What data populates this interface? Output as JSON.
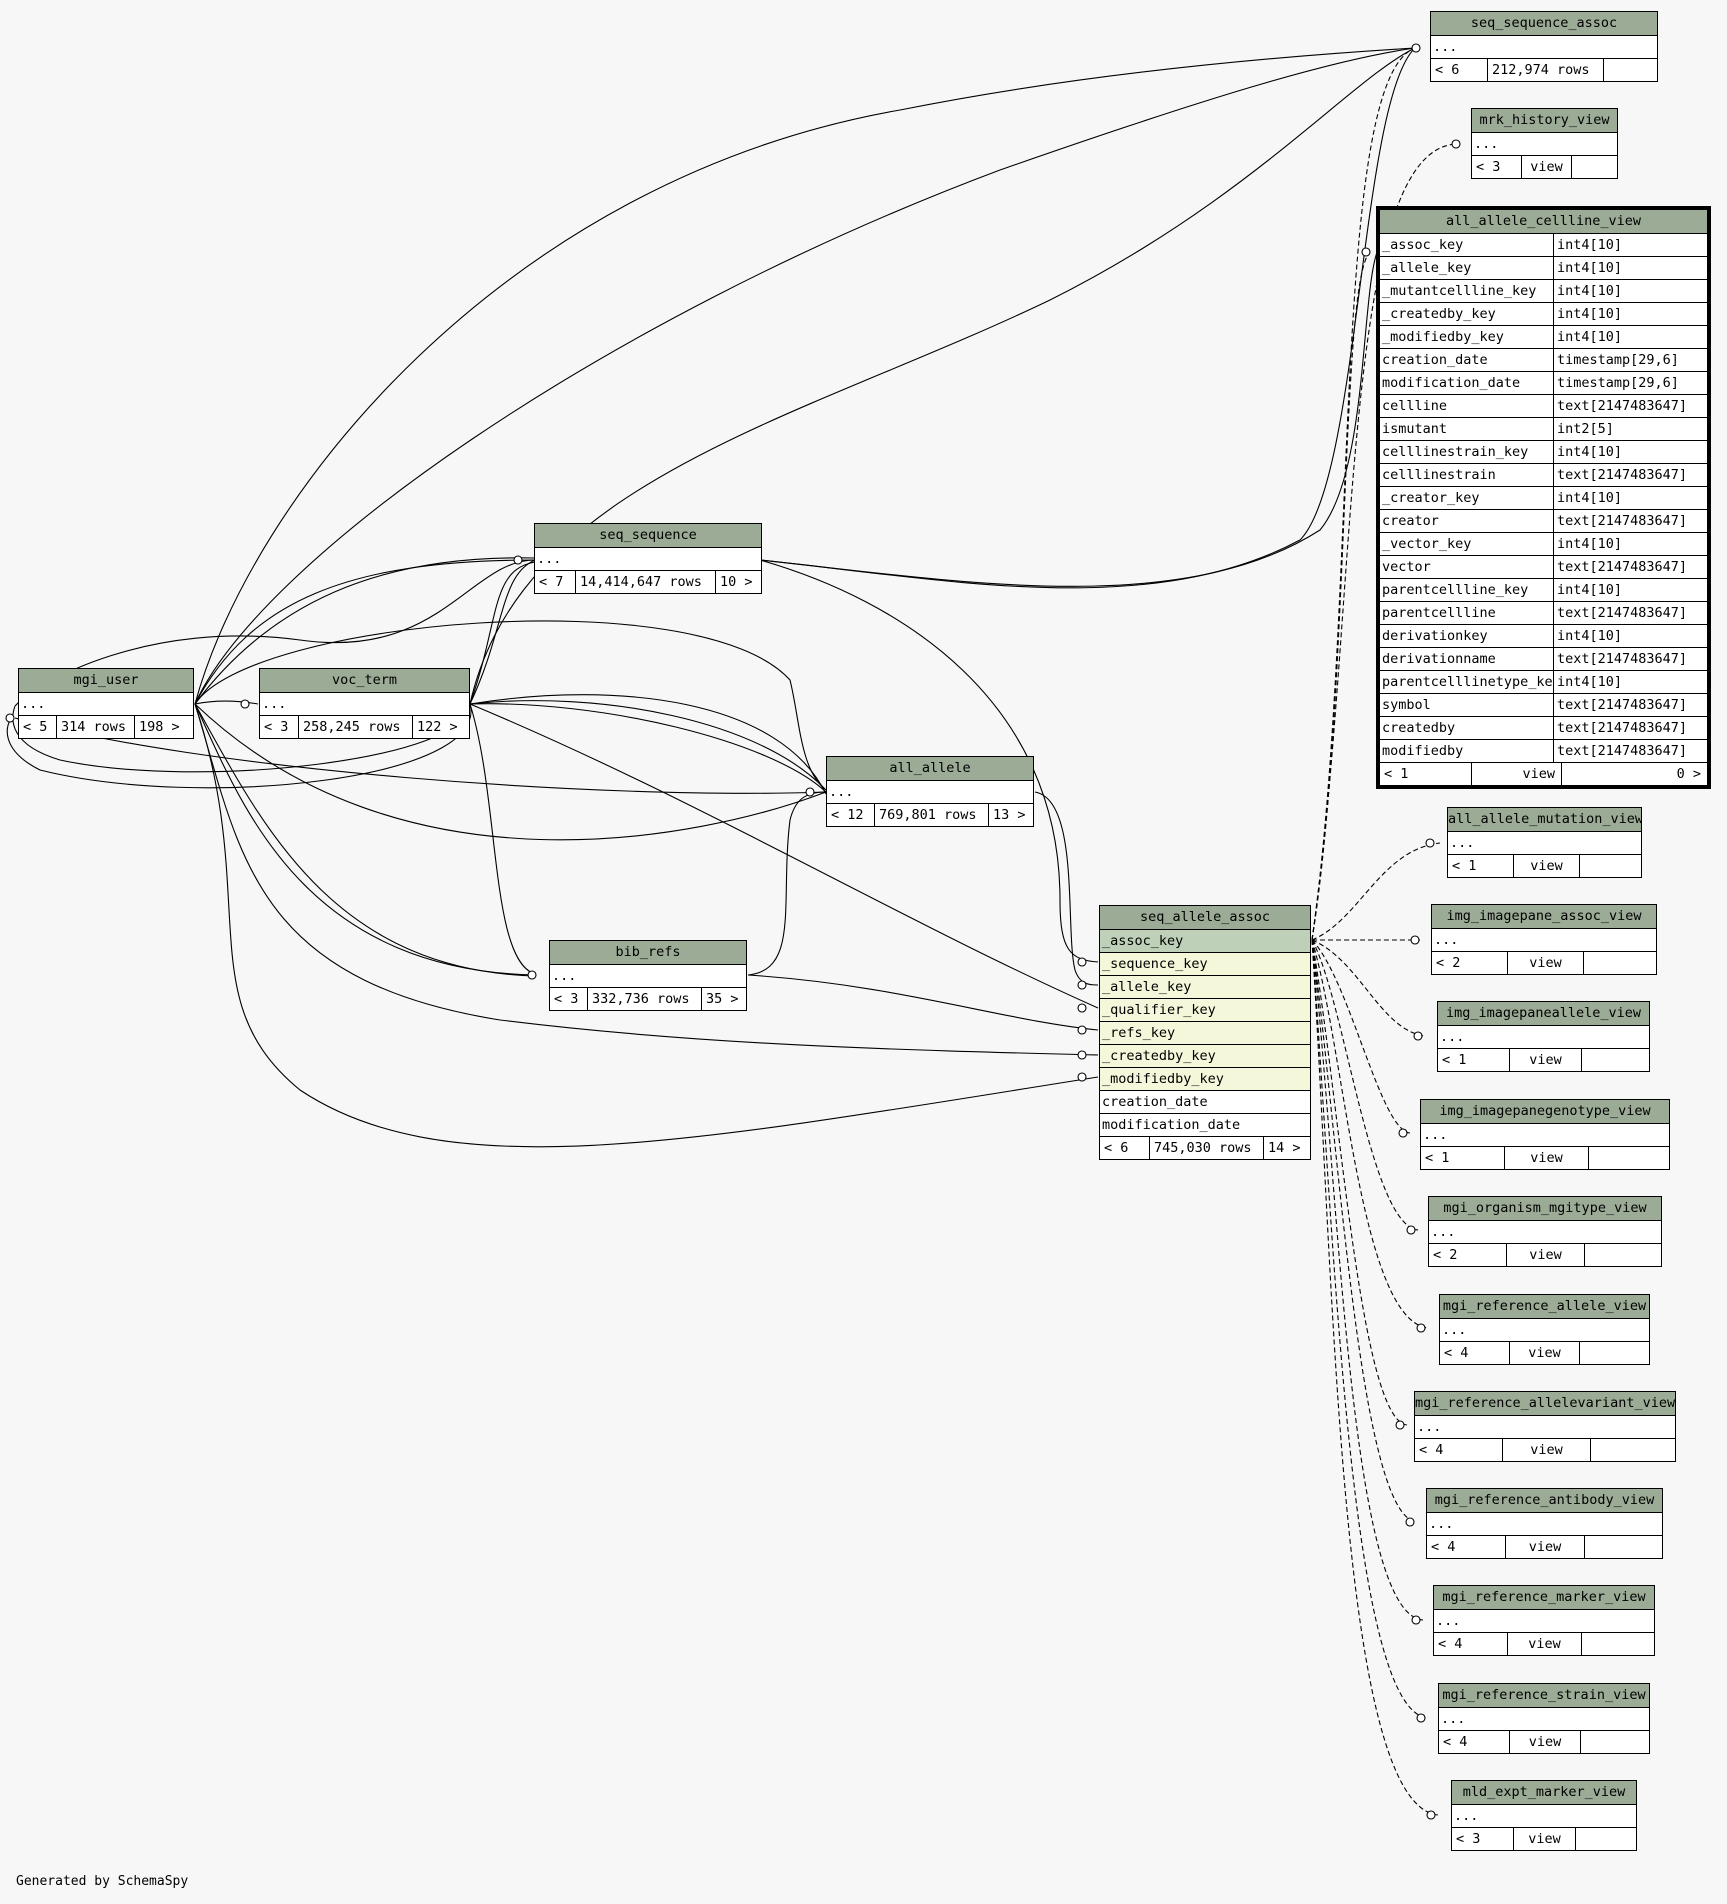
{
  "footer_text": "Generated by SchemaSpy",
  "tables": [
    {
      "id": "seq_sequence_assoc",
      "name": "seq_sequence_assoc",
      "parents": "< 6",
      "rows": "212,974 rows",
      "children": ""
    },
    {
      "id": "mrk_history_view",
      "name": "mrk_history_view",
      "parents": "< 3",
      "rows": "view",
      "children": ""
    },
    {
      "id": "all_allele_cellline_view",
      "name": "all_allele_cellline_view",
      "parents": "< 1",
      "rows": "view",
      "children": "0 >",
      "columns": [
        {
          "name": "_assoc_key",
          "type": "int4[10]"
        },
        {
          "name": "_allele_key",
          "type": "int4[10]"
        },
        {
          "name": "_mutantcellline_key",
          "type": "int4[10]"
        },
        {
          "name": "_createdby_key",
          "type": "int4[10]"
        },
        {
          "name": "_modifiedby_key",
          "type": "int4[10]"
        },
        {
          "name": "creation_date",
          "type": "timestamp[29,6]"
        },
        {
          "name": "modification_date",
          "type": "timestamp[29,6]"
        },
        {
          "name": "cellline",
          "type": "text[2147483647]"
        },
        {
          "name": "ismutant",
          "type": "int2[5]"
        },
        {
          "name": "celllinestrain_key",
          "type": "int4[10]"
        },
        {
          "name": "celllinestrain",
          "type": "text[2147483647]"
        },
        {
          "name": "_creator_key",
          "type": "int4[10]"
        },
        {
          "name": "creator",
          "type": "text[2147483647]"
        },
        {
          "name": "_vector_key",
          "type": "int4[10]"
        },
        {
          "name": "vector",
          "type": "text[2147483647]"
        },
        {
          "name": "parentcellline_key",
          "type": "int4[10]"
        },
        {
          "name": "parentcellline",
          "type": "text[2147483647]"
        },
        {
          "name": "derivationkey",
          "type": "int4[10]"
        },
        {
          "name": "derivationname",
          "type": "text[2147483647]"
        },
        {
          "name": "parentcelllinetype_key",
          "type": "int4[10]"
        },
        {
          "name": "symbol",
          "type": "text[2147483647]"
        },
        {
          "name": "createdby",
          "type": "text[2147483647]"
        },
        {
          "name": "modifiedby",
          "type": "text[2147483647]"
        }
      ]
    },
    {
      "id": "seq_sequence",
      "name": "seq_sequence",
      "parents": "< 7",
      "rows": "14,414,647 rows",
      "children": "10 >"
    },
    {
      "id": "mgi_user",
      "name": "mgi_user",
      "parents": "< 5",
      "rows": "314 rows",
      "children": "198 >"
    },
    {
      "id": "voc_term",
      "name": "voc_term",
      "parents": "< 3",
      "rows": "258,245 rows",
      "children": "122 >"
    },
    {
      "id": "all_allele",
      "name": "all_allele",
      "parents": "< 12",
      "rows": "769,801 rows",
      "children": "13 >"
    },
    {
      "id": "bib_refs",
      "name": "bib_refs",
      "parents": "< 3",
      "rows": "332,736 rows",
      "children": "35 >"
    },
    {
      "id": "seq_allele_assoc",
      "name": "seq_allele_assoc",
      "parents": "< 6",
      "rows": "745,030 rows",
      "children": "14 >",
      "columns": [
        {
          "name": "_assoc_key",
          "kind": "pk"
        },
        {
          "name": "_sequence_key",
          "kind": "fk"
        },
        {
          "name": "_allele_key",
          "kind": "fk"
        },
        {
          "name": "_qualifier_key",
          "kind": "fk"
        },
        {
          "name": "_refs_key",
          "kind": "fk"
        },
        {
          "name": "_createdby_key",
          "kind": "fk"
        },
        {
          "name": "_modifiedby_key",
          "kind": "fk"
        },
        {
          "name": "creation_date",
          "kind": ""
        },
        {
          "name": "modification_date",
          "kind": ""
        }
      ]
    },
    {
      "id": "all_allele_mutation_view",
      "name": "all_allele_mutation_view",
      "parents": "< 1",
      "rows": "view",
      "children": ""
    },
    {
      "id": "img_imagepane_assoc_view",
      "name": "img_imagepane_assoc_view",
      "parents": "< 2",
      "rows": "view",
      "children": ""
    },
    {
      "id": "img_imagepaneallele_view",
      "name": "img_imagepaneallele_view",
      "parents": "< 1",
      "rows": "view",
      "children": ""
    },
    {
      "id": "img_imagepanegenotype_view",
      "name": "img_imagepanegenotype_view",
      "parents": "< 1",
      "rows": "view",
      "children": ""
    },
    {
      "id": "mgi_organism_mgitype_view",
      "name": "mgi_organism_mgitype_view",
      "parents": "< 2",
      "rows": "view",
      "children": ""
    },
    {
      "id": "mgi_reference_allele_view",
      "name": "mgi_reference_allele_view",
      "parents": "< 4",
      "rows": "view",
      "children": ""
    },
    {
      "id": "mgi_reference_allelevariant_view",
      "name": "mgi_reference_allelevariant_view",
      "parents": "< 4",
      "rows": "view",
      "children": ""
    },
    {
      "id": "mgi_reference_antibody_view",
      "name": "mgi_reference_antibody_view",
      "parents": "< 4",
      "rows": "view",
      "children": ""
    },
    {
      "id": "mgi_reference_marker_view",
      "name": "mgi_reference_marker_view",
      "parents": "< 4",
      "rows": "view",
      "children": ""
    },
    {
      "id": "mgi_reference_strain_view",
      "name": "mgi_reference_strain_view",
      "parents": "< 4",
      "rows": "view",
      "children": ""
    },
    {
      "id": "mld_expt_marker_view",
      "name": "mld_expt_marker_view",
      "parents": "< 3",
      "rows": "view",
      "children": ""
    }
  ]
}
